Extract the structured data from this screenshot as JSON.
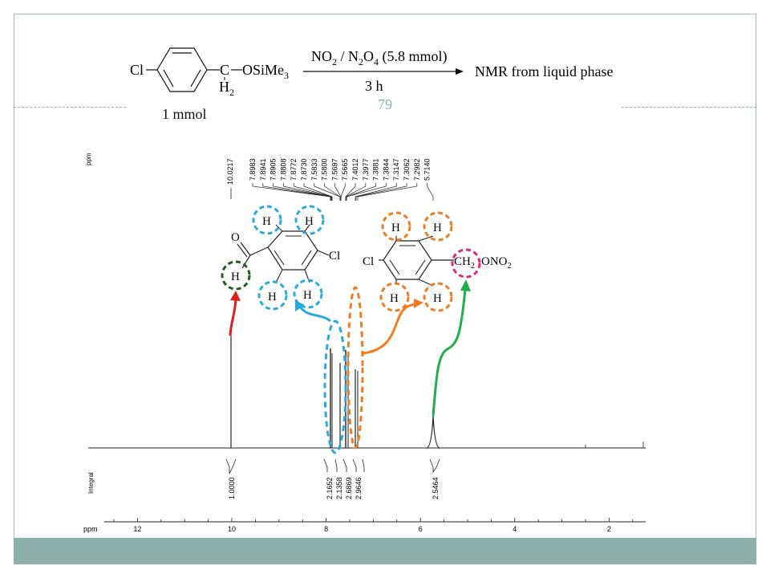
{
  "slide": {
    "page_number": "79"
  },
  "reaction": {
    "reactant_cl": "Cl",
    "reactant_c": "C",
    "reactant_osime": "OSiMe",
    "reactant_osime_sub": "3",
    "reactant_h": "H",
    "reactant_h_sub": "2",
    "reagent_no": "NO",
    "reagent_no_sub": "2",
    "reagent_n2o": " / N",
    "reagent_n2o_sub1": "2",
    "reagent_o": "O",
    "reagent_o_sub": "4",
    "reagent_amount": " (5.8 mmol)",
    "time": "3 h",
    "product": "NMR  from liquid phase",
    "reactant_amount": "1 mmol"
  },
  "spectrum": {
    "ppm_label": "ppm",
    "peak_label_main": "10.0217",
    "peak_labels_group": [
      "7.8983",
      "7.8941",
      "7.8905",
      "7.8808",
      "7.8772",
      "7.8730",
      "7.5833",
      "7.5800",
      "7.5697",
      "7.5665",
      "7.4012",
      "7.3977",
      "7.3881",
      "7.3844",
      "7.3147",
      "7.3062",
      "7.2982",
      "5.7140"
    ],
    "integral_label": "Integral",
    "integral_values": [
      "1.0000",
      "2.1652",
      "2.1358",
      "2.6869",
      "2.9646",
      "2.5464"
    ],
    "axis_ticks": [
      "12",
      "10",
      "8",
      "6",
      "4",
      "2"
    ],
    "axis_label": "ppm"
  },
  "structures": {
    "aldehyde": {
      "o": "O",
      "cl": "Cl",
      "h_labels": [
        "H",
        "H",
        "H",
        "H",
        "H"
      ]
    },
    "nitrate": {
      "cl": "Cl",
      "ch": "CH",
      "ch_sub": "2",
      "ono": "ONO",
      "ono_sub": "2",
      "h_labels": [
        "H",
        "H",
        "H",
        "H"
      ]
    }
  },
  "colors": {
    "frame": "#a7b9b6",
    "footer": "#8eb0ad",
    "page_number": "#86aeb1",
    "aldehyde_h_circle": "#1f5e1f",
    "aromatic_blue": "#2aa9e0",
    "aromatic_orange": "#f07c22",
    "ch2_circle": "#e0287a",
    "arrow_red": "#e01e1e",
    "arrow_green": "#1fae4a"
  }
}
